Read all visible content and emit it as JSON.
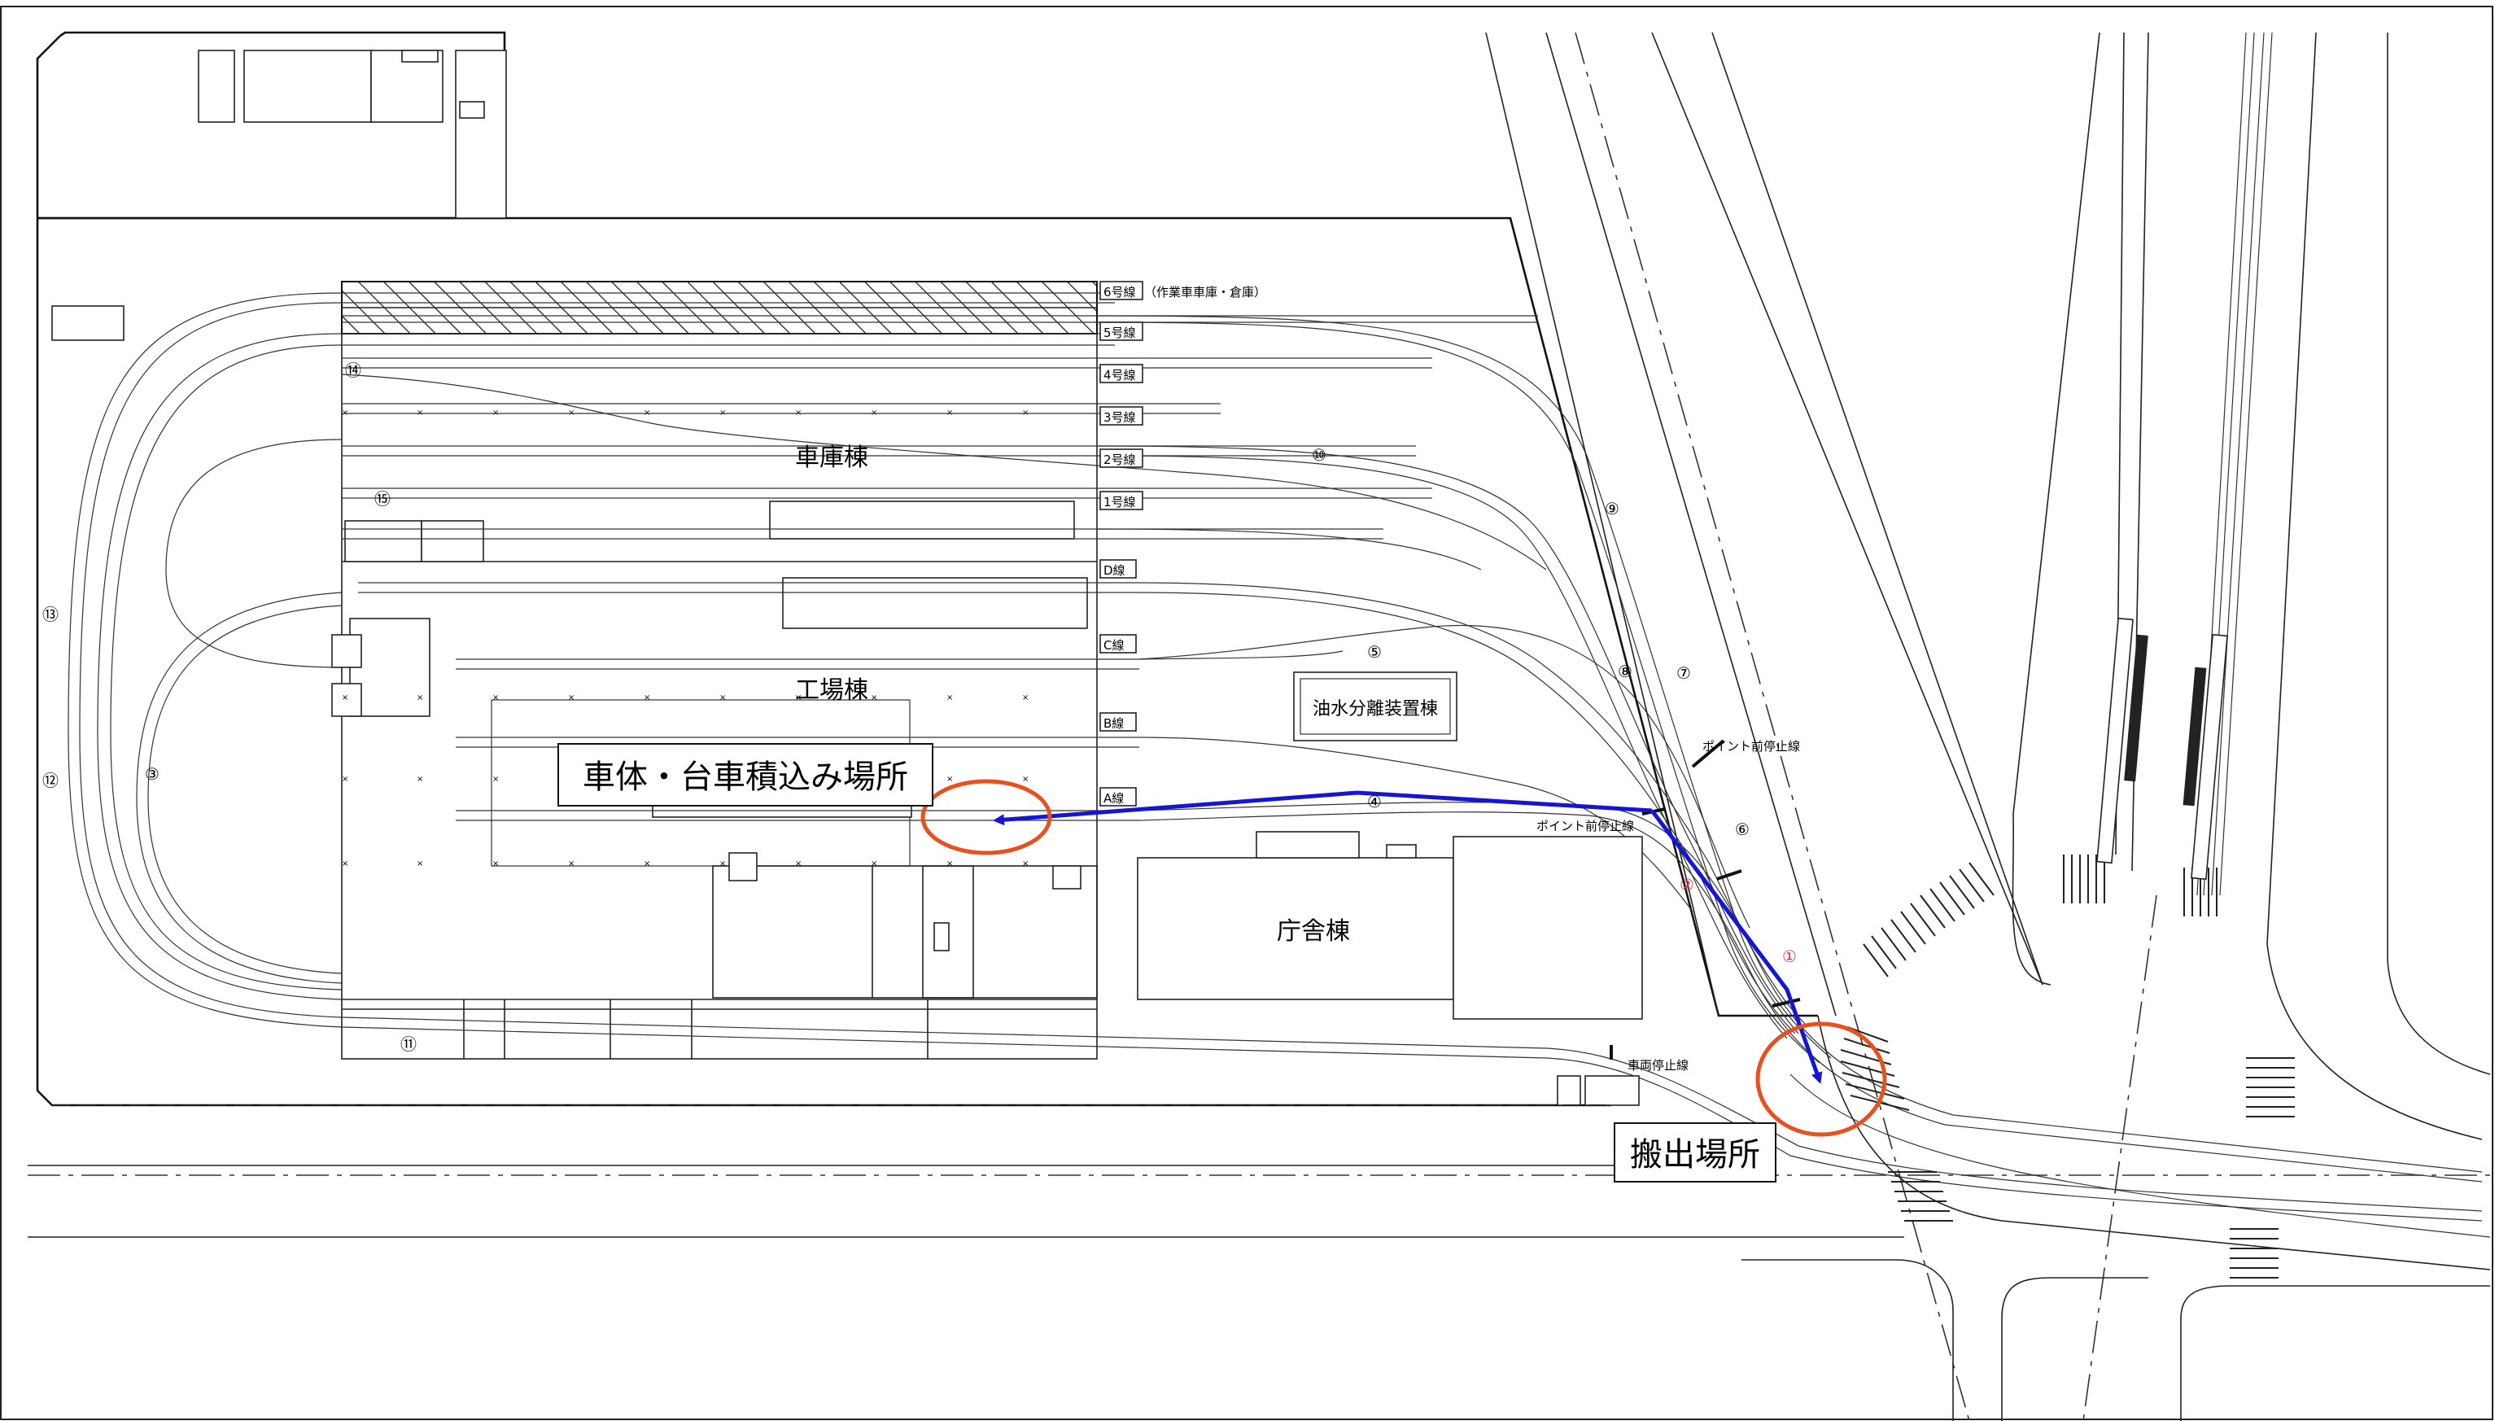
{
  "buildings": {
    "shako": "車庫棟",
    "kojo": "工場棟",
    "chosha": "庁舎棟",
    "yusui": "油水分離装置棟"
  },
  "tracks": {
    "no6": "6号線",
    "no6_note": "（作業車車庫・倉庫）",
    "no5": "5号線",
    "no4": "4号線",
    "no3": "3号線",
    "no2": "2号線",
    "no1": "1号線",
    "d": "D線",
    "c": "C線",
    "b": "B線",
    "a": "A線"
  },
  "circled_numbers": {
    "n1": "①",
    "n2": "②",
    "n3": "③",
    "n4": "④",
    "n5": "⑤",
    "n6": "⑥",
    "n7": "⑦",
    "n8": "⑧",
    "n9": "⑨",
    "n10": "⑩",
    "n11": "⑪",
    "n12": "⑫",
    "n13": "⑬",
    "n14": "⑭",
    "n15": "⑮"
  },
  "stop_lines": {
    "point_stop_1": "ポイント前停止線",
    "point_stop_2": "ポイント前停止線",
    "vehicle_stop": "車両停止線"
  },
  "callouts": {
    "loading": "車体・台車積込み場所",
    "carry_out": "搬出場所"
  },
  "colors": {
    "route": "#1515d6",
    "highlight_circle": "#e8501e",
    "red_marker": "#e03030",
    "linework": "#222222"
  }
}
